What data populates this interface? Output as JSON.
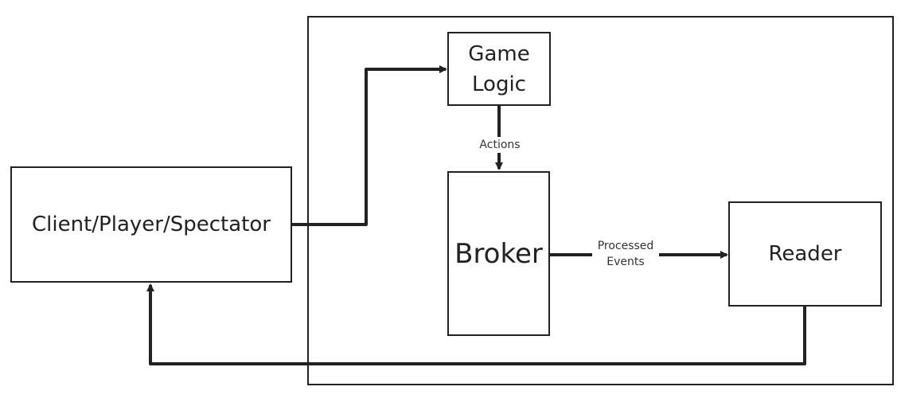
{
  "nodes": {
    "client": "Client/Player/Spectator",
    "game_logic": "Game Logic",
    "broker": "Broker",
    "reader": "Reader"
  },
  "edges": {
    "actions_label": "Actions",
    "processed_events_label": "Processed Events"
  },
  "colors": {
    "stroke": "#222222",
    "background": "#ffffff"
  }
}
